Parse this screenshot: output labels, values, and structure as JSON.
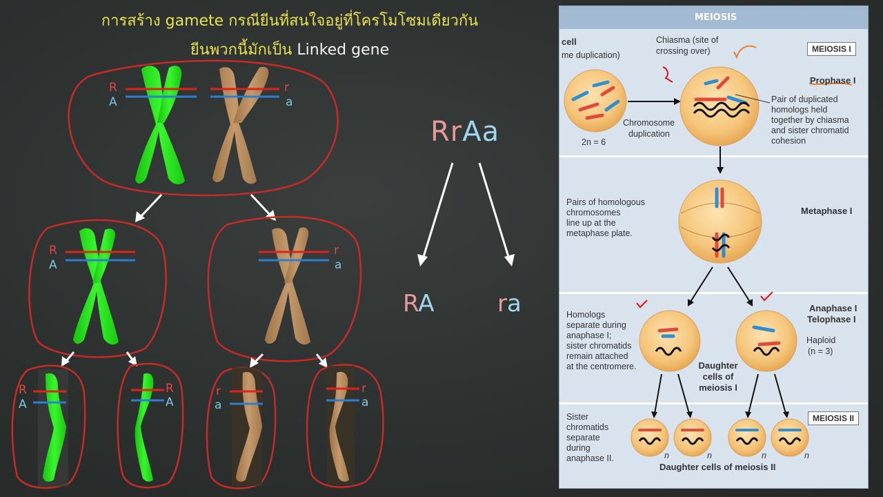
{
  "slide": {
    "title_line1": "การสร้าง gamete กรณียีนที่สนใจอยู่ที่โครโมโซมเดียวกัน",
    "title_line2_thai": "ยีนพวกนี้มักเป็น",
    "title_line2_en": "Linked gene"
  },
  "alleles": {
    "R": "R",
    "A": "A",
    "r": "r",
    "a": "a"
  },
  "formula": {
    "part1": "Rr",
    "part2": "Aa"
  },
  "gametes": {
    "left": {
      "part1": "R",
      "part2": "A"
    },
    "right": {
      "part1": "r",
      "part2": "a"
    }
  },
  "colors": {
    "green_chromosome": "#22e71a",
    "tan_chromosome": "#b98d5f",
    "red_gene": "#e0221a",
    "blue_gene": "#2a7fd4",
    "outline": "#c92a26",
    "title": "#e7e14b"
  },
  "figure": {
    "header": "MEIOSIS",
    "meiosis1_tag": "MEIOSIS I",
    "meiosis2_tag": "MEIOSIS II",
    "cell_label_top": "cell",
    "cell_label_sub": "me duplication)",
    "chiasma_label_1": "Chiasma (site of",
    "chiasma_label_2": "crossing over)",
    "chromosome_dup_1": "Chromosome",
    "chromosome_dup_2": "duplication",
    "two_n": "2n = 6",
    "prophase": "Prophase I",
    "pair_text": [
      "Pair of duplicated",
      "homologs held",
      "together by chiasma",
      "and sister chromatid",
      "cohesion"
    ],
    "metaphase_text": [
      "Pairs of homologous",
      "chromosomes",
      "line up at the",
      "metaphase plate."
    ],
    "metaphase": "Metaphase I",
    "anaphase_text": [
      "Homologs",
      "separate during",
      "anaphase I;",
      "sister chromatids",
      "remain attached",
      "at the centromere."
    ],
    "anaphase": "Anaphase I",
    "telophase": "Telophase I",
    "haploid": "Haploid",
    "n3": "(n = 3)",
    "daughter1": [
      "Daughter",
      "cells of",
      "meiosis I"
    ],
    "sister_text": [
      "Sister",
      "chromatids",
      "separate",
      "during",
      "anaphase II."
    ],
    "n_label": "n",
    "daughter2": "Daughter cells of meiosis II"
  }
}
